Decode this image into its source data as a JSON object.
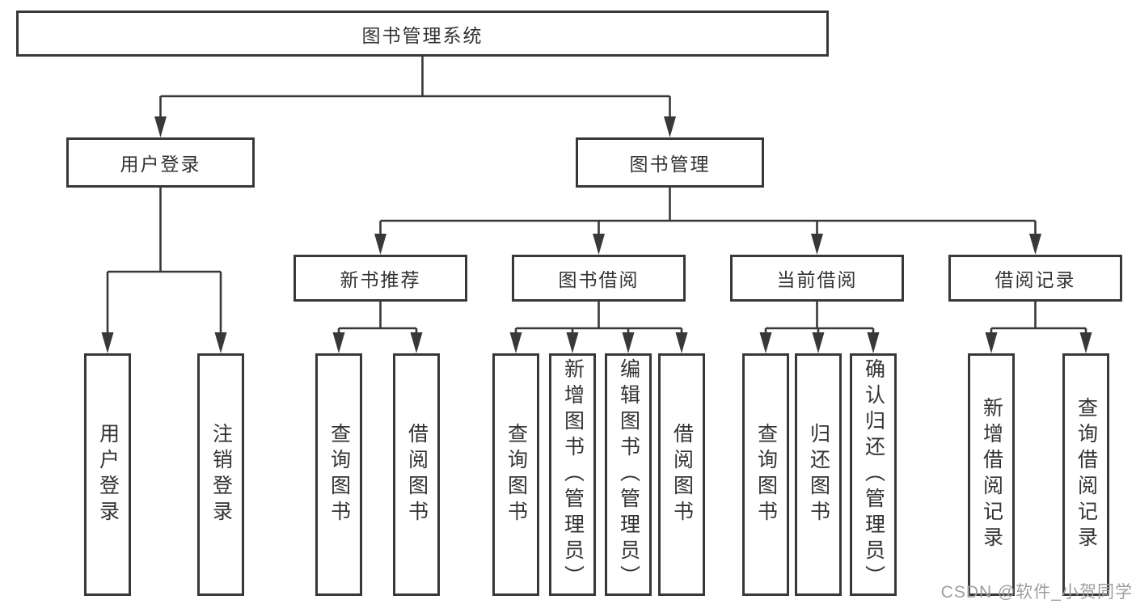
{
  "diagram": {
    "root_label": "图书管理系统",
    "user_login": {
      "label": "用户登录",
      "leaves": [
        "用户登录",
        "注销登录"
      ]
    },
    "book_management": {
      "label": "图书管理",
      "groups": [
        {
          "label": "新书推荐",
          "leaves": [
            "查询图书",
            "借阅图书"
          ]
        },
        {
          "label": "图书借阅",
          "leaves": [
            "查询图书",
            "新增图书（管理员）",
            "编辑图书（管理员）",
            "借阅图书"
          ]
        },
        {
          "label": "当前借阅",
          "leaves": [
            "查询图书",
            "归还图书",
            "确认归还（管理员）"
          ]
        },
        {
          "label": "借阅记录",
          "leaves": [
            "新增借阅记录",
            "查询借阅记录"
          ]
        }
      ]
    },
    "line_color": "#383838",
    "text_color": "#333333"
  },
  "watermark": {
    "text": "CSDN @软件_小贺同学",
    "color": "#9e9e9e"
  }
}
